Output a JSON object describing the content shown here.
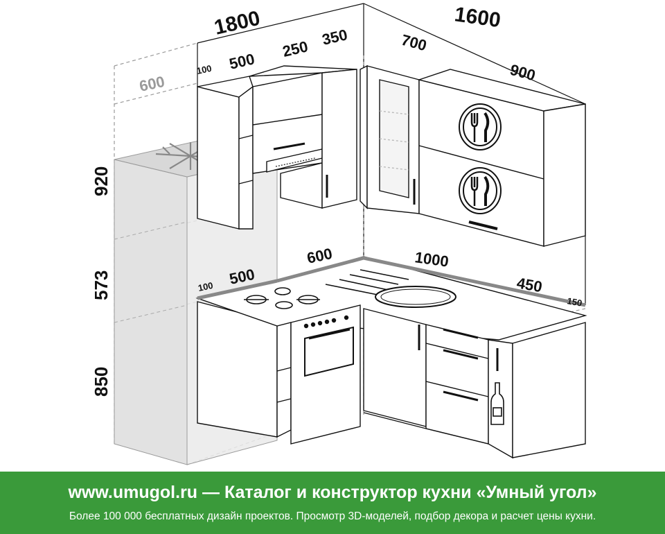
{
  "dimensions": {
    "left_run": "1800",
    "right_run": "1600",
    "top_500": "500",
    "top_250": "250",
    "top_350": "350",
    "top_100": "100",
    "top_700": "700",
    "top_900": "900",
    "depth_600_gray": "600",
    "h_920": "920",
    "h_573": "573",
    "h_850": "850",
    "counter_600": "600",
    "counter_1000": "1000",
    "counter_450": "450",
    "counter_150": "150",
    "counter_500": "500",
    "counter_100": "100"
  },
  "footer": {
    "title": "www.umugol.ru — Каталог и конструктор кухни «Умный угол»",
    "subtitle": "Более 100 000 бесплатных дизайн проектов. Просмотр 3D-моделей, подбор декора и расчет цены кухни."
  },
  "colors": {
    "footer_bg": "#3a9a3a",
    "fridge_fill": "#e4e4e4",
    "line": "#111111"
  }
}
